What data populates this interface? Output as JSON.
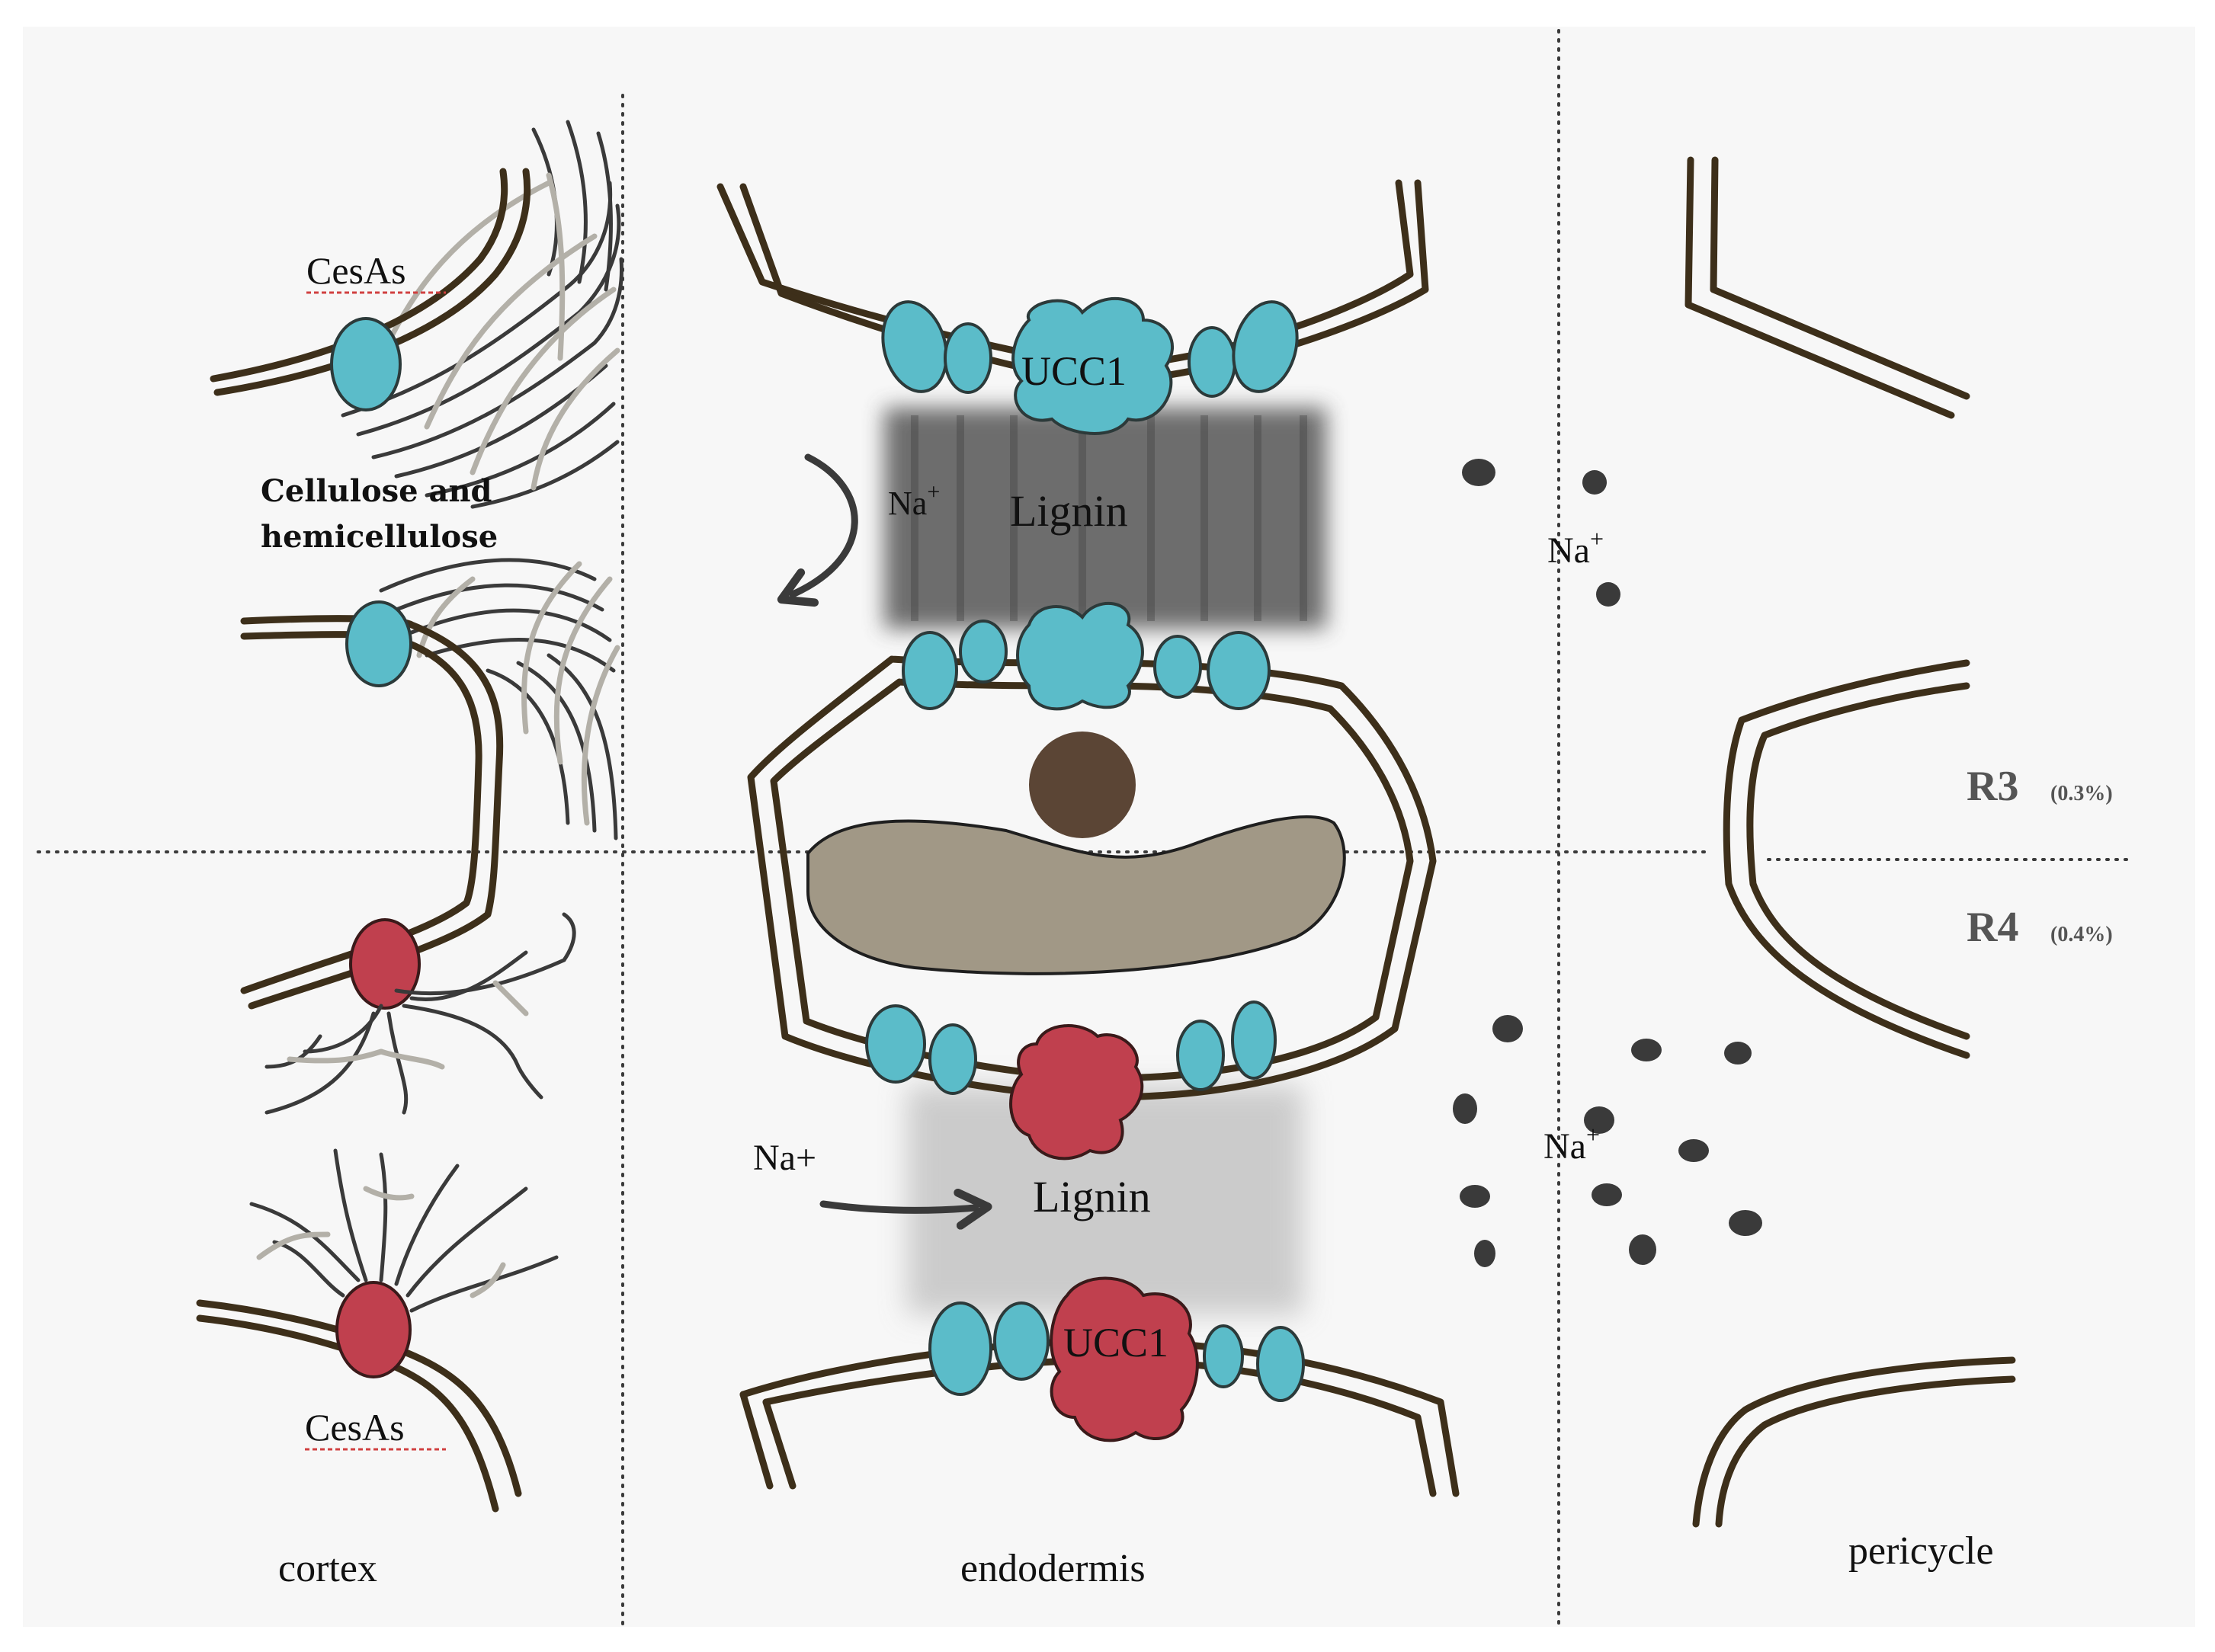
{
  "labels": {
    "cesas_top": "CesAs",
    "cesas_bottom": "CesAs",
    "cellulose_line1": "Cellulose and",
    "cellulose_line2": "hemicellulose",
    "ucc1_top": "UCC1",
    "ucc1_bottom": "UCC1",
    "lignin_top": "Lignin",
    "lignin_bottom": "Lignin",
    "na_top_base": "Na",
    "na_top_sup": "+",
    "na_bottom": "Na+",
    "na_right_top_base": "Na",
    "na_right_top_sup": "+",
    "na_right_bottom_base": "Na",
    "na_right_bottom_sup": "+",
    "r3": "R3",
    "r3_pct": "(0.3%)",
    "r4": "R4",
    "r4_pct": "(0.4%)",
    "cortex": "cortex",
    "endodermis": "endodermis",
    "pericycle": "pericycle"
  },
  "colors": {
    "wall": "#3d2f1a",
    "protein_blue": "#5bbcc9",
    "protein_red": "#c0404e",
    "lignin_dark": "#555555",
    "lignin_light": "#c4c4c4",
    "nucleus": "#5b4535",
    "vacuole": "#a19886",
    "ion": "#3a3a3a",
    "fiber_dark": "#3a3a3a",
    "fiber_light": "#b3b0a8"
  }
}
